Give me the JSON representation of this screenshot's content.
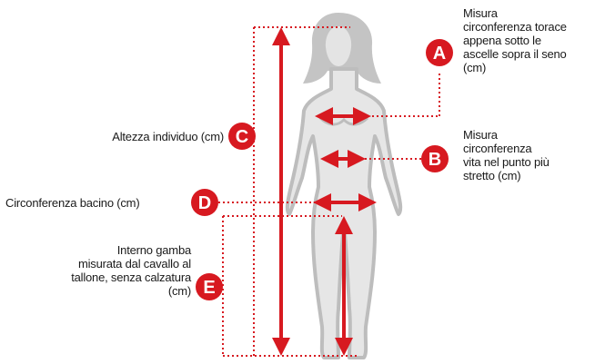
{
  "colors": {
    "accent": "#d71920",
    "silhouette": "#c8c8c8",
    "silhouette_fill": "#dcdcdc",
    "text": "#1a1a1a"
  },
  "measurements": [
    {
      "letter": "A",
      "lines": [
        "Misura",
        "circonferenza torace",
        "appena sotto le",
        "ascelle sopra il seno",
        "(cm)"
      ]
    },
    {
      "letter": "B",
      "lines": [
        "Misura",
        "circonferenza",
        "vita nel punto più",
        "stretto (cm)"
      ]
    },
    {
      "letter": "C",
      "lines": [
        "Altezza individuo (cm)"
      ]
    },
    {
      "letter": "D",
      "lines": [
        "Circonferenza bacino (cm)"
      ]
    },
    {
      "letter": "E",
      "lines": [
        "Interno gamba",
        "misurata dal cavallo al",
        "tallone, senza calzatura",
        "(cm)"
      ]
    }
  ]
}
